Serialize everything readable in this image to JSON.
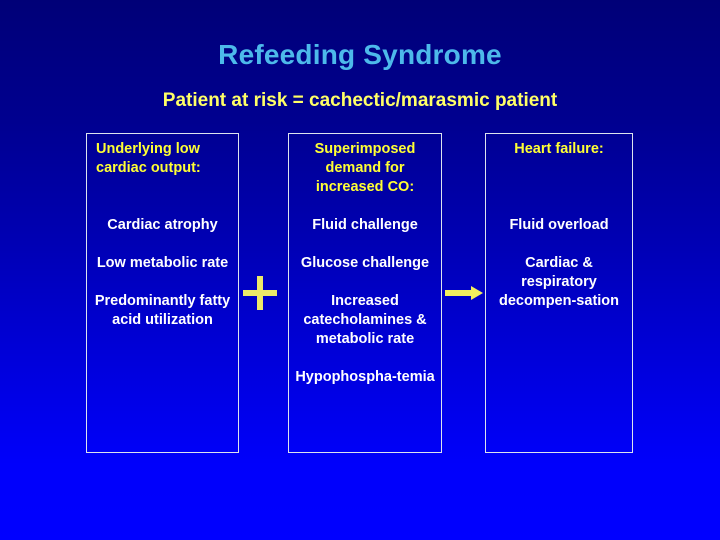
{
  "slide": {
    "title": "Refeeding Syndrome",
    "subtitle": "Patient at risk = cachectic/marasmic patient",
    "title_color": "#4db9ea",
    "subtitle_color": "#ffff66",
    "background_top_color": "#000077",
    "background_bottom_color": "#0000ff"
  },
  "columns": [
    {
      "header": "Underlying low cardiac output:",
      "header_color": "#ffff33",
      "items": [
        "Cardiac atrophy",
        "Low metabolic rate",
        "Predominantly fatty acid utilization"
      ]
    },
    {
      "header": "Superimposed demand for increased CO:",
      "header_color": "#ffff33",
      "items": [
        "Fluid challenge",
        "Glucose challenge",
        "Increased catecholamines & metabolic rate",
        "Hypophospha-temia"
      ]
    },
    {
      "header": "Heart failure:",
      "header_color": "#ffff33",
      "items": [
        "Fluid overload",
        "Cardiac & respiratory decompen-sation"
      ]
    }
  ],
  "connectors": {
    "plus": {
      "symbol": "+",
      "color": "#ece96a"
    },
    "arrow": {
      "symbol": "→",
      "color": "#f2ef5e"
    }
  }
}
